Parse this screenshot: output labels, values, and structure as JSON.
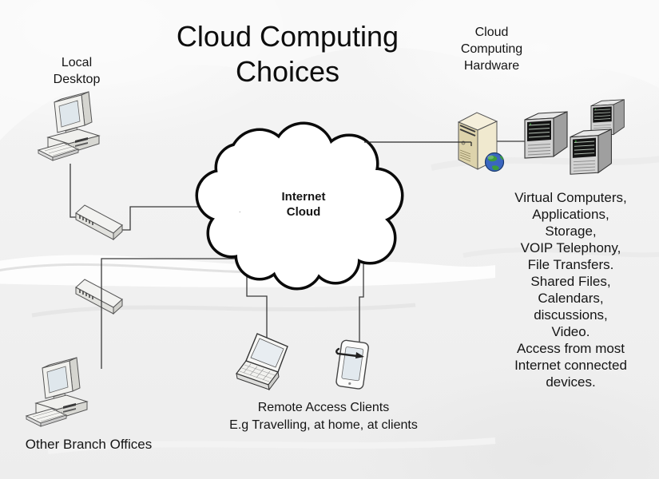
{
  "title": "Cloud Computing Choices",
  "labels": {
    "local_desktop": [
      "Local",
      "Desktop"
    ],
    "cloud_hardware": [
      "Cloud",
      "Computing",
      "Hardware"
    ],
    "internet_cloud": [
      "Internet",
      "Cloud"
    ],
    "services": [
      "Virtual Computers,",
      "Applications,",
      "Storage,",
      "VOIP Telephony,",
      "File Transfers.",
      "Shared Files,",
      "Calendars,",
      "discussions,",
      "Video.",
      "Access from most",
      "Internet connected",
      "devices."
    ],
    "remote_access": [
      "Remote Access Clients",
      "E.g Travelling, at home, at clients"
    ],
    "other_branch": "Other Branch Offices"
  },
  "icons": [
    "local-desktop-computer-icon",
    "network-switch-icon",
    "branch-desktop-computer-icon",
    "internet-cloud-shape",
    "gateway-server-icon",
    "globe-icon",
    "rack-server-icon",
    "laptop-icon",
    "pda-icon",
    "stylus-icon"
  ],
  "colors": {
    "outline": "#111111",
    "connection_line": "#3a3a3a",
    "cloud_fill": "#ffffff",
    "tower_front_beige": "#ddd3ab",
    "tower_side_cream": "#f0e9cf",
    "tower_top": "#f5efdb",
    "globe_blue": "#3a66c0",
    "globe_green": "#3c9e3c",
    "server_front_gray": "#d2d2d2",
    "server_side_gray": "#9f9f9f",
    "rack_panel": "#141414",
    "screen_tint": "#dfe7ec",
    "background": "#f0f0f0"
  }
}
